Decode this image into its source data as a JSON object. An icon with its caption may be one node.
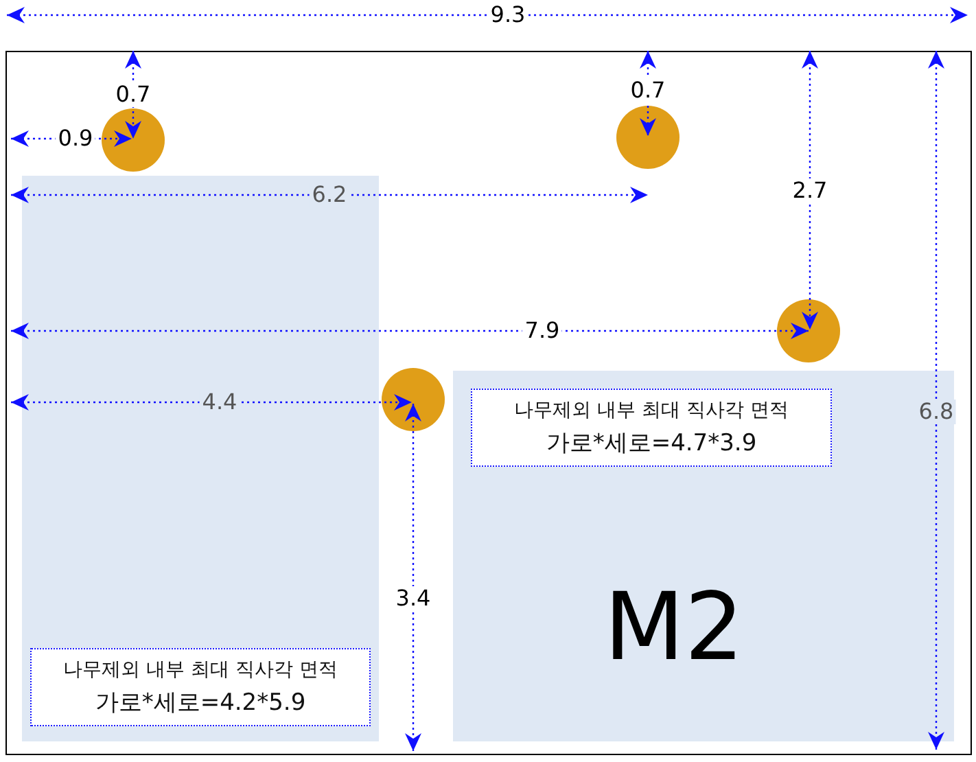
{
  "diagram": {
    "nodes": [
      {
        "text": [],
        "shape": "box"
      },
      {
        "text": [
          "나무제외 내부 최대 직사각 면적",
          "가로*세로=4.2*5.9"
        ],
        "in": 0
      },
      {
        "text": [
          "M2"
        ]
      },
      {
        "text": [
          "나무제외 내부 최대 직사각 면적",
          "가로*세로=4.7*3.9"
        ],
        "in": 2
      },
      {
        "text": [],
        "shape": "circle"
      },
      {
        "text": [],
        "shape": "circle"
      },
      {
        "text": [],
        "shape": "circle"
      },
      {
        "text": [],
        "shape": "circle"
      }
    ],
    "labels": [
      "9.3",
      "0.7",
      "0.7",
      "0.9",
      "6.2",
      "2.7",
      "7.9",
      "4.4",
      "6.8",
      "3.4"
    ]
  }
}
